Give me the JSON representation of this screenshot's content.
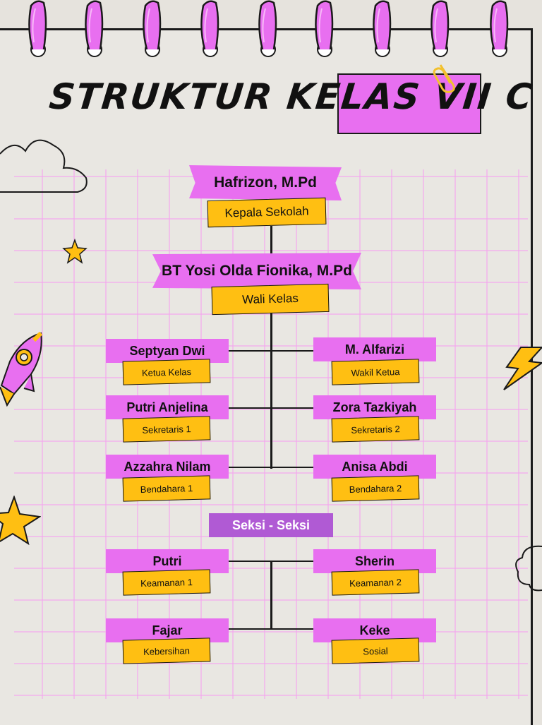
{
  "title": "STRUKTUR KELAS VII C",
  "principal": {
    "name": "Hafrizon, M.Pd",
    "role": "Kepala Sekolah"
  },
  "homeroom": {
    "name": "BT Yosi Olda Fionika, M.Pd",
    "role": "Wali Kelas"
  },
  "officers": [
    {
      "name": "Septyan Dwi",
      "role": "Ketua Kelas"
    },
    {
      "name": "M. Alfarizi",
      "role": "Wakil Ketua"
    },
    {
      "name": "Putri Anjelina",
      "role": "Sekretaris 1"
    },
    {
      "name": "Zora Tazkiyah",
      "role": "Sekretaris 2"
    },
    {
      "name": "Azzahra Nilam",
      "role": "Bendahara 1"
    },
    {
      "name": "Anisa Abdi",
      "role": "Bendahara 2"
    }
  ],
  "sections_label": "Seksi - Seksi",
  "sections": [
    {
      "name": "Putri",
      "role": "Keamanan 1"
    },
    {
      "name": "Sherin",
      "role": "Keamanan 2"
    },
    {
      "name": "Fajar",
      "role": "Kebersihan"
    },
    {
      "name": "Keke",
      "role": "Sosial"
    }
  ],
  "colors": {
    "pink": "#e86ff0",
    "yellow": "#ffbf12",
    "purple": "#b05ad4",
    "ink": "#1a1a1a"
  },
  "icons": [
    "spiral-ring-icon",
    "paperclip-icon",
    "cloud-icon",
    "star-icon",
    "rocket-icon",
    "lightning-icon"
  ]
}
